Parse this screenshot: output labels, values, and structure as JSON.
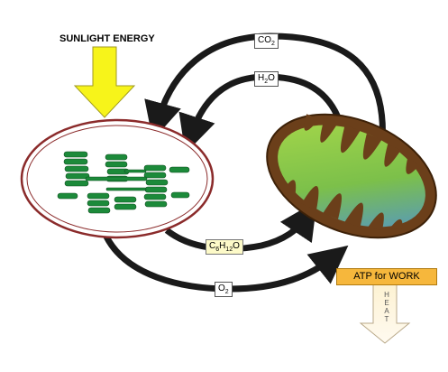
{
  "labels": {
    "sunlight": "SUNLIGHT ENERGY",
    "co2": {
      "main": "CO",
      "sub": "2"
    },
    "h2o": {
      "main": "H",
      "sub": "2",
      "tail": "O"
    },
    "glucose": {
      "c": "C",
      "c_sub": "6",
      "h": "H",
      "h_sub": "12",
      "o": "O"
    },
    "o2": {
      "main": "O",
      "sub": "2"
    },
    "atp": "ATP for WORK",
    "heat": [
      "H",
      "E",
      "A",
      "T"
    ]
  },
  "colors": {
    "arrow": "#1a1a1a",
    "sun_arrow_fill": "#f7f41a",
    "sun_arrow_stroke": "#a09a20",
    "chloroplast_outline": "#8b2b2b",
    "thylakoid": "#1c8a3a",
    "mito_outer": "#6b3f1a",
    "mito_inner_green": "#8cc63f",
    "mito_inner_blue": "#4a8fd6",
    "atp_fill": "#f6b73c",
    "heat_fill": "#fdf4dc"
  }
}
